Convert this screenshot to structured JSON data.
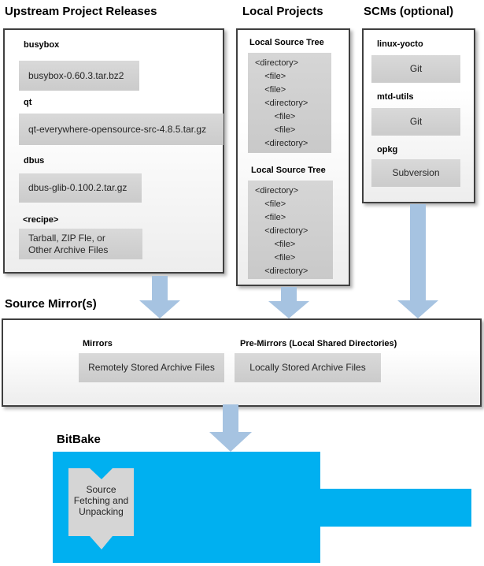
{
  "colors": {
    "accent_blue": "#00b0f0",
    "arrow_blue": "#a6c3e1",
    "box_gray": "#d2d2d2"
  },
  "upstream": {
    "title": "Upstream Project Releases",
    "entries": [
      {
        "label": "busybox",
        "value": "busybox-0.60.3.tar.bz2"
      },
      {
        "label": "qt",
        "value": "qt-everywhere-opensource-src-4.8.5.tar.gz"
      },
      {
        "label": "dbus",
        "value": "dbus-glib-0.100.2.tar.gz"
      },
      {
        "label": "<recipe>",
        "value": "Tarball, ZIP Fle, or\nOther Archive Files"
      }
    ]
  },
  "local_projects": {
    "title": "Local Projects",
    "trees": [
      {
        "label": "Local Source Tree",
        "content": "<directory>\n    <file>\n    <file>\n    <directory>\n        <file>\n        <file>\n    <directory>"
      },
      {
        "label": "Local Source Tree",
        "content": "<directory>\n    <file>\n    <file>\n    <directory>\n        <file>\n        <file>\n    <directory>"
      }
    ]
  },
  "scms": {
    "title": "SCMs (optional)",
    "entries": [
      {
        "label": "linux-yocto",
        "value": "Git"
      },
      {
        "label": "mtd-utils",
        "value": "Git"
      },
      {
        "label": "opkg",
        "value": "Subversion"
      }
    ]
  },
  "source_mirrors": {
    "title": "Source Mirror(s)",
    "mirrors_label": "Mirrors",
    "mirrors_value": "Remotely Stored Archive Files",
    "premirrors_label": "Pre-Mirrors (Local Shared Directories)",
    "premirrors_value": "Locally Stored Archive Files"
  },
  "bitbake": {
    "title": "BitBake",
    "process_label": "Source\nFetching and\nUnpacking"
  }
}
